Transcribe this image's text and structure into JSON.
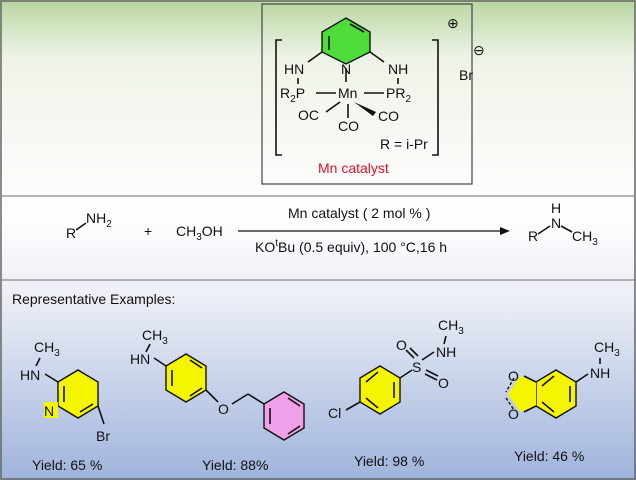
{
  "catalyst": {
    "charge": "⊕",
    "counter_ion": "Br",
    "counter_charge": "⊖",
    "nh_left": "HN",
    "nh_right": "NH",
    "ring_n": "N",
    "p_left": "R",
    "p_left_sub": "2",
    "p_left_tail": "P",
    "metal": "Mn",
    "p_right": "PR",
    "p_right_sub": "2",
    "co_left": "OC",
    "co_bottom": "CO",
    "co_right": "CO",
    "r_def": "R = i-Pr",
    "label": "Mn catalyst",
    "label_color": "#e0102a"
  },
  "reaction": {
    "reactant_r": "R",
    "reactant_nh": "NH",
    "reactant_nh_sub": "2",
    "plus": "+",
    "methanol_a": "CH",
    "methanol_sub": "3",
    "methanol_b": "OH",
    "cond_top": "Mn catalyst ( 2 mol % )",
    "cond_bottom_a": "KO",
    "cond_bottom_sup": "t",
    "cond_bottom_b": "Bu (0.5 equiv), 100 °C,16 h",
    "product_h": "H",
    "product_n": "N",
    "product_r": "R",
    "product_ch": "CH",
    "product_sub": "3"
  },
  "examples": {
    "heading": "Representative Examples:",
    "ch3": "CH",
    "sub3": "3",
    "hn": "HN",
    "nh": "NH",
    "n": "N",
    "br": "Br",
    "o": "O",
    "s": "S",
    "cl": "Cl",
    "yields": [
      "Yield: 65 %",
      "Yield: 88%",
      "Yield: 98 %",
      "Yield: 46 %"
    ]
  },
  "colors": {
    "pyridine_ring": "#4ddc3a",
    "yellow_ring": "#f5f500",
    "pink_ring": "#f0a0e8",
    "panel_top": "#b8d6a0",
    "panel_bottom": "#9fb4dc"
  }
}
